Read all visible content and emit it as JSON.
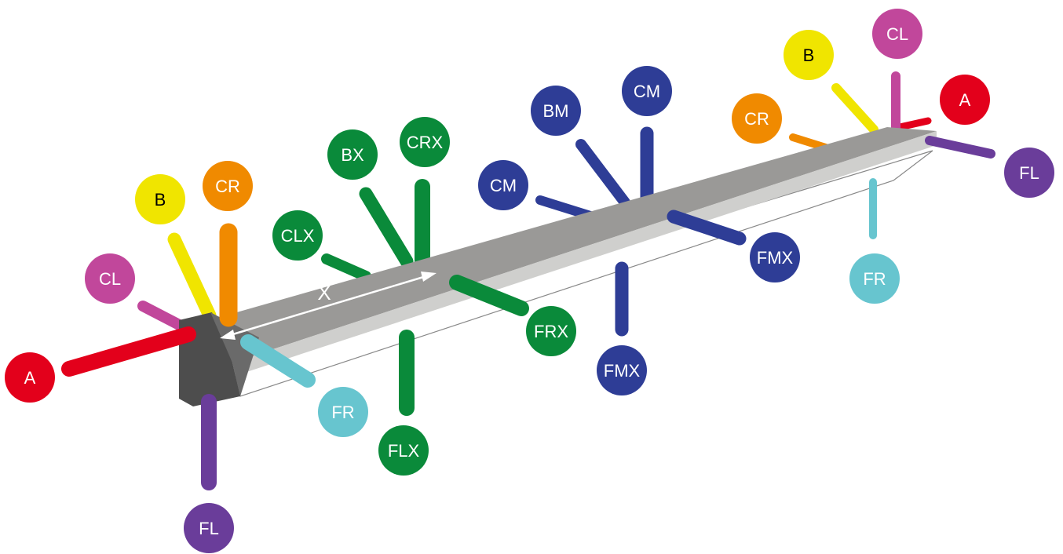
{
  "colors": {
    "A": "#e3001b",
    "B": "#f0e500",
    "CR": "#f08a00",
    "CL": "#c1479b",
    "FL": "#6a3d9a",
    "FR": "#67c5cf",
    "green": "#0a8a3a",
    "blue": "#2e3d96",
    "label_text_dark": "#000000",
    "label_text_light": "#ffffff"
  },
  "dimension_label": "X",
  "labels": {
    "a_left": "A",
    "cl_left": "CL",
    "b_left": "B",
    "cr_left": "CR",
    "fr_left": "FR",
    "fl_left": "FL",
    "clx": "CLX",
    "bx": "BX",
    "crx": "CRX",
    "frx": "FRX",
    "flx": "FLX",
    "cm_left": "CM",
    "bm": "BM",
    "cm_right": "CM",
    "fmx_upper": "FMX",
    "fmx_lower": "FMX",
    "cr_right": "CR",
    "b_right": "B",
    "cl_right": "CL",
    "a_right": "A",
    "fl_right": "FL",
    "fr_right": "FR"
  }
}
